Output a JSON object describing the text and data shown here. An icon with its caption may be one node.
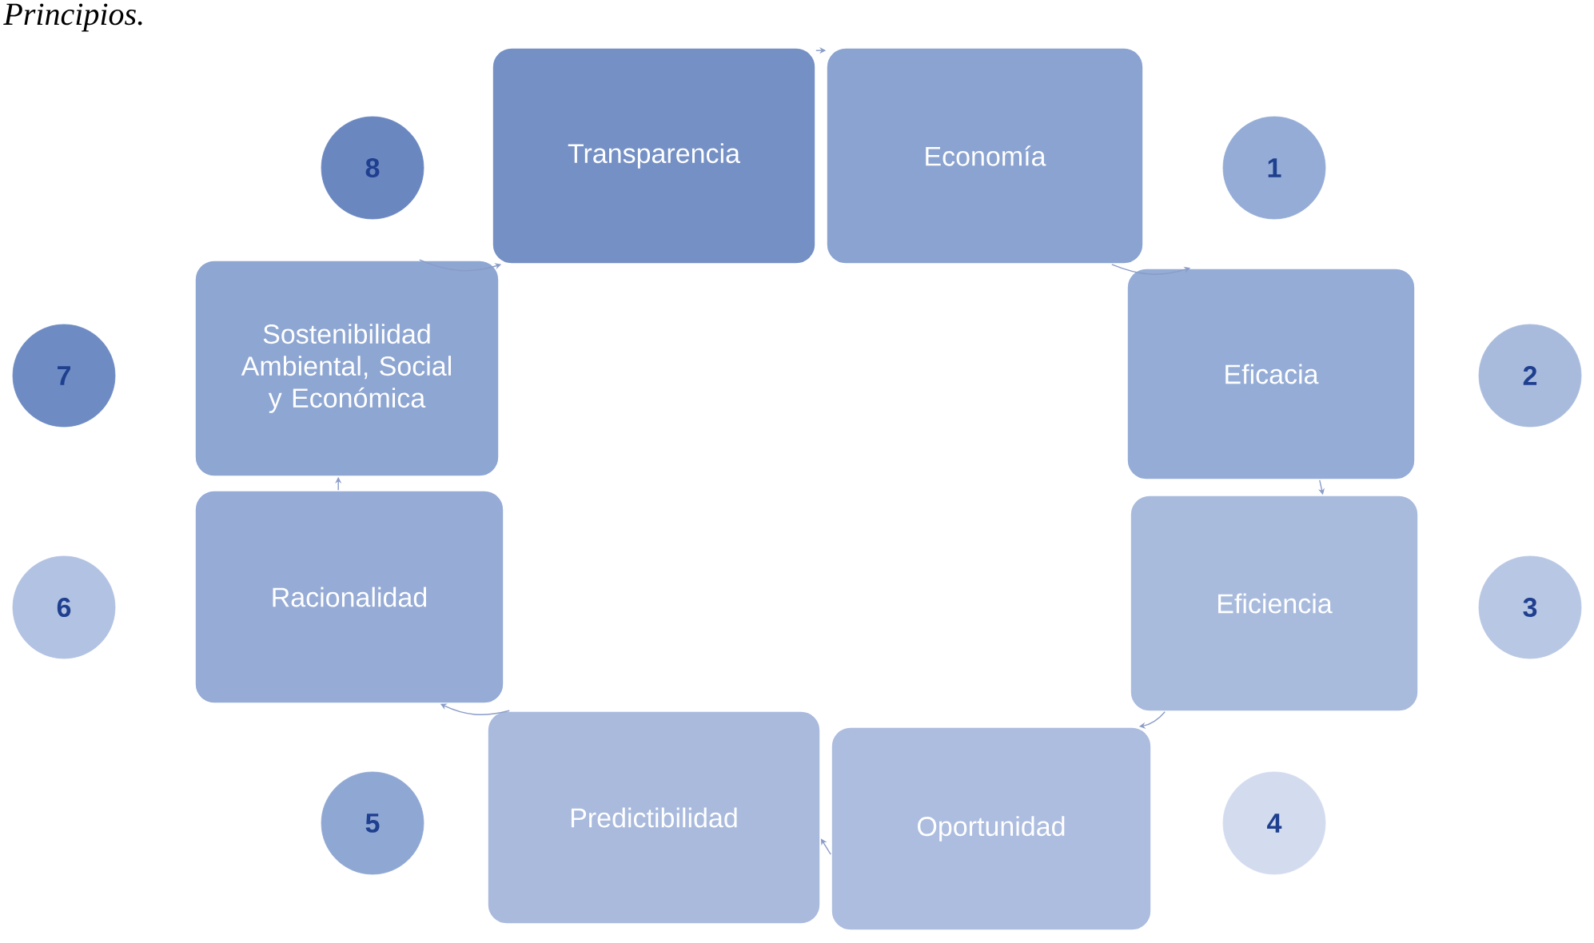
{
  "diagram": {
    "title": "Principios.",
    "nodes": [
      {
        "text": [
          "Economía"
        ]
      },
      {
        "text": [
          "Eficacia"
        ]
      },
      {
        "text": [
          "Eficiencia"
        ]
      },
      {
        "text": [
          "Oportunidad"
        ]
      },
      {
        "text": [
          "Predictibilidad"
        ]
      },
      {
        "text": [
          "Racionalidad"
        ]
      },
      {
        "text": [
          "Sostenibilidad Ambiental, Social y Económica"
        ]
      },
      {
        "text": [
          "Transparencia"
        ]
      },
      {
        "text": [
          "1"
        ]
      },
      {
        "text": [
          "2"
        ]
      },
      {
        "text": [
          "3"
        ]
      },
      {
        "text": [
          "4"
        ]
      },
      {
        "text": [
          "5"
        ]
      },
      {
        "text": [
          "6"
        ]
      },
      {
        "text": [
          "7"
        ]
      },
      {
        "text": [
          "8"
        ]
      }
    ],
    "edges": [
      {
        "from": 7,
        "to": 0,
        "arrow": "to"
      },
      {
        "from": 0,
        "to": 1,
        "arrow": "to"
      },
      {
        "from": 1,
        "to": 2,
        "arrow": "to"
      },
      {
        "from": 2,
        "to": 3,
        "arrow": "to"
      },
      {
        "from": 3,
        "to": 4,
        "arrow": "to"
      },
      {
        "from": 4,
        "to": 5,
        "arrow": "to"
      },
      {
        "from": 5,
        "to": 6,
        "arrow": "to"
      },
      {
        "from": 6,
        "to": 7,
        "arrow": "to"
      }
    ]
  }
}
